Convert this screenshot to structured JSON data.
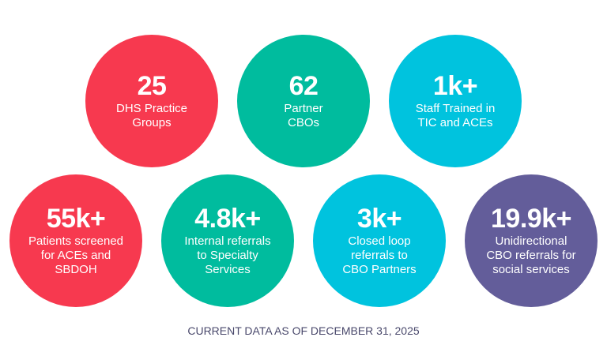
{
  "stats": [
    {
      "value": "25",
      "label_lines": [
        "DHS Practice",
        "Groups"
      ],
      "color": "#F7394F"
    },
    {
      "value": "62",
      "label_lines": [
        "Partner",
        "CBOs"
      ],
      "color": "#00BC9E"
    },
    {
      "value": "1k+",
      "label_lines": [
        "Staff Trained in",
        "TIC and ACEs"
      ],
      "color": "#00C3DE"
    },
    {
      "value": "55k+",
      "label_lines": [
        "Patients screened",
        "for ACEs and",
        "SBDOH"
      ],
      "color": "#F7394F"
    },
    {
      "value": "4.8k+",
      "label_lines": [
        "Internal referrals",
        "to Specialty",
        "Services"
      ],
      "color": "#00BC9E"
    },
    {
      "value": "3k+",
      "label_lines": [
        "Closed loop",
        "referrals to",
        "CBO Partners"
      ],
      "color": "#00C3DE"
    },
    {
      "value": "19.9k+",
      "label_lines": [
        "Unidirectional",
        "CBO referrals for",
        "social services"
      ],
      "color": "#635D9A"
    }
  ],
  "footer": "CURRENT DATA AS OF DECEMBER 31, 2025"
}
